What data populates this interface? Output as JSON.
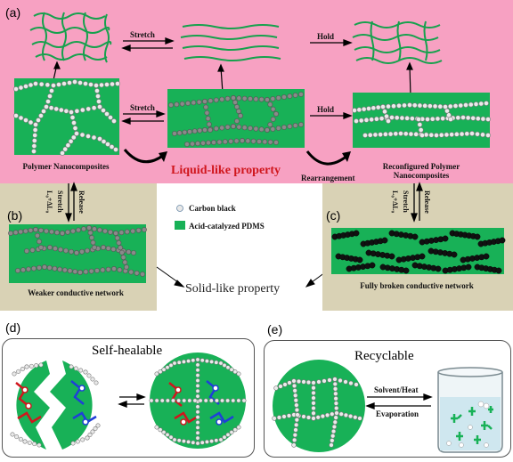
{
  "panels": {
    "a": {
      "label": "(a)"
    },
    "b": {
      "label": "(b)"
    },
    "c": {
      "label": "(c)"
    },
    "d": {
      "label": "(d)",
      "title": "Self-healable"
    },
    "e": {
      "label": "(e)",
      "title": "Recyclable"
    }
  },
  "arrows": {
    "stretch_top": "Stretch",
    "hold_top": "Hold",
    "stretch_mid": "Stretch",
    "hold_mid": "Hold",
    "rearrangement": "Rearrangement",
    "b_stretch": "Stretch",
    "b_release": "Release",
    "b_strain": "L₀+ΔL₀",
    "c_stretch": "Stretch",
    "c_release": "Release",
    "c_strain": "L₀+ΔL₀",
    "solvent_heat": "Solvent/Heat",
    "evaporation": "Evaporation"
  },
  "captions": {
    "polymer_nanocomposites": "Polymer Nanocomposites",
    "reconfigured": "Reconfigured Polymer Nanocomposites",
    "liquid_like": "Liquid-like property",
    "solid_like": "Solid-like property",
    "weaker_network": "Weaker conductive network",
    "broken_network": "Fully broken conductive network"
  },
  "legend": {
    "carbon_black": "Carbon black",
    "pdms": "Acid-catalyzed PDMS"
  },
  "colors": {
    "pink_bg": "#f7a1c2",
    "tan_bg": "#d9d2b5",
    "pdms_green": "#18b157",
    "liquid_red": "#d0161d",
    "bond_red": "#d0161d",
    "bond_blue": "#1f3fd8",
    "particle_white": "#e8e8e8",
    "particle_grey": "#8a8a8a",
    "particle_black": "#111111"
  }
}
